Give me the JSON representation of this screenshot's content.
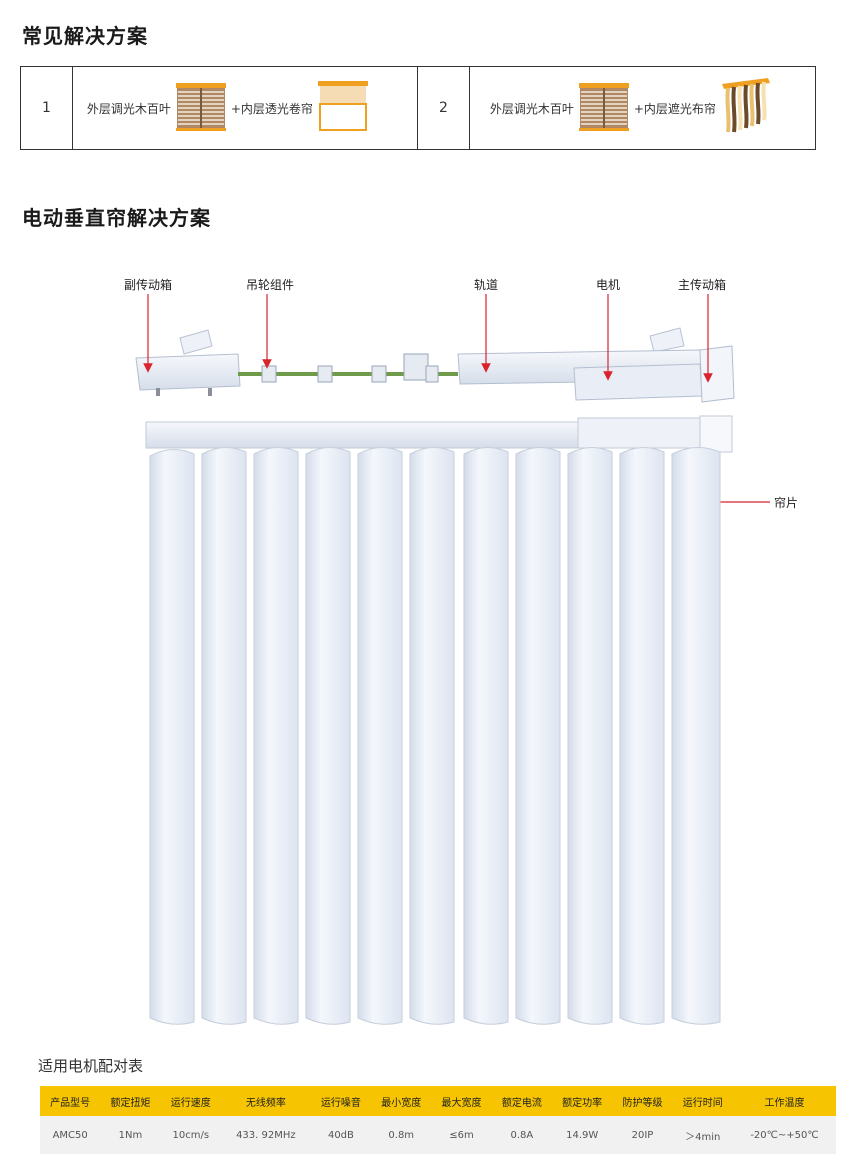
{
  "section_common": {
    "title": "常见解决方案",
    "solutions": [
      {
        "index": "1",
        "outer": "外层调光木百叶",
        "inner": "+内层透光卷帘"
      },
      {
        "index": "2",
        "outer": "外层调光木百叶",
        "inner": "+内层遮光布帘"
      }
    ]
  },
  "section_vertical": {
    "title": "电动垂直帘解决方案",
    "labels": {
      "aux_gearbox": "副传动箱",
      "pulley": "吊轮组件",
      "track": "轨道",
      "motor": "电机",
      "main_gearbox": "主传动箱",
      "slat": "帘片"
    }
  },
  "motor_table": {
    "title": "适用电机配对表",
    "headers": [
      "产品型号",
      "额定扭矩",
      "运行速度",
      "无线频率",
      "运行噪音",
      "最小宽度",
      "最大宽度",
      "额定电流",
      "额定功率",
      "防护等级",
      "运行时间",
      "工作温度"
    ],
    "rows": [
      [
        "AMC50",
        "1Nm",
        "10cm/s",
        "433. 92MHz",
        "40dB",
        "0.8m",
        "≤6m",
        "0.8A",
        "14.9W",
        "20IP",
        "＞4min",
        "-20℃~+50℃"
      ]
    ]
  },
  "colors": {
    "accent_yellow": "#f6c400",
    "wood_brown": "#8a6a4a",
    "arrow_red": "#d9232d",
    "rail_white": "#eef2f8"
  }
}
